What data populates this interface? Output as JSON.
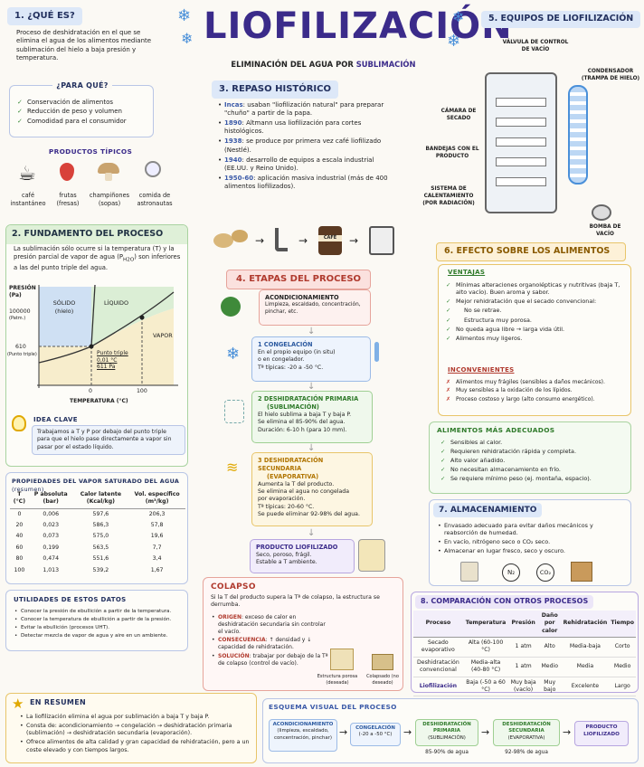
{
  "title": "LIOFILIZACIÓN",
  "subtitle_prefix": "ELIMINACIÓN DEL AGUA POR ",
  "subtitle_em": "SUBLIMACIÓN",
  "s1": {
    "title": "1. ¿QUÉ ES?",
    "text": "Proceso de deshidratación en el que se elimina el agua de los alimentos mediante sublimación del hielo a baja presión y temperatura.",
    "para_title": "¿PARA QUÉ?",
    "para": [
      "Conservación de alimentos",
      "Reducción de peso y volumen",
      "Comodidad para el consumidor"
    ],
    "prod_title": "PRODUCTOS TÍPICOS",
    "prods": [
      "café instantáneo",
      "frutas (fresas)",
      "champiñones (sopas)",
      "comida de astronautas"
    ]
  },
  "s2": {
    "title": "2. FUNDAMENTO DEL PROCESO",
    "text": "La sublimación sólo ocurre si la temperatura (T) y la presión parcial de vapor de agua (P",
    "text_sub": "H2O",
    "text_end": ") son inferiores a las del punto triple del agua.",
    "ylabel": "PRESIÓN (Pa)",
    "y1": "100000",
    "y1b": "(Patm.)",
    "y2": "610",
    "y2b": "(Punto triple)",
    "solid": "SÓLIDO (hielo)",
    "liquid": "LÍQUIDO",
    "vapor": "VAPOR",
    "triple": "Punto triple",
    "triple_t": "0,01 °C",
    "triple_p": "611 Pa",
    "x0": "0",
    "x100": "100",
    "xlabel": "TEMPERATURA (°C)",
    "idea_title": "IDEA CLAVE",
    "idea": "Trabajamos a T y P por debajo del punto triple para que el hielo pase directamente a vapor sin pasar por el estado líquido."
  },
  "table": {
    "title": "PROPIEDADES DEL VAPOR SATURADO DEL AGUA",
    "title_note": "(resumen)",
    "headers": [
      "T (°C)",
      "P absoluta (bar)",
      "Calor latente (Kcal/kg)",
      "Vol. específico (m³/kg)"
    ],
    "rows": [
      [
        "0",
        "0,006",
        "597,6",
        "206,3"
      ],
      [
        "20",
        "0,023",
        "586,3",
        "57,8"
      ],
      [
        "40",
        "0,073",
        "575,0",
        "19,6"
      ],
      [
        "60",
        "0,199",
        "563,5",
        "7,7"
      ],
      [
        "80",
        "0,474",
        "551,6",
        "3,4"
      ],
      [
        "100",
        "1,013",
        "539,2",
        "1,67"
      ]
    ]
  },
  "util": {
    "title": "UTILIDADES DE ESTOS DATOS",
    "items": [
      "Conocer la presión de ebullición a partir de la temperatura.",
      "Conocer la temperatura de ebullición a partir de la presión.",
      "Evitar la ebullición (procesos UHT).",
      "Detectar mezcla de vapor de agua y aire en un ambiente."
    ]
  },
  "s3": {
    "title": "3. REPASO HISTÓRICO",
    "items": [
      {
        "k": "Incas",
        "v": ": usaban \"liofilización natural\" para preparar \"chuño\" a partir de la papa."
      },
      {
        "k": "1890",
        "v": ": Altmann usa liofilización para cortes histológicos."
      },
      {
        "k": "1938",
        "v": ": se produce por primera vez café liofilizado (Nestlé)."
      },
      {
        "k": "1940",
        "v": ": desarrollo de equipos a escala industrial (EE.UU. y Reino Unido)."
      },
      {
        "k": "1950-60",
        "v": ": aplicación masiva industrial (más de 400 alimentos liofilizados)."
      }
    ],
    "cafe": "CAFÉ"
  },
  "s4": {
    "title": "4. ETAPAS DEL PROCESO",
    "acond_t": "ACONDICIONAMIENTO",
    "acond": "Limpieza, escaldado, concentración, pinchar, etc.",
    "cong_t": "1  CONGELACIÓN",
    "cong": [
      "En el propio equipo (in situ)",
      "o en congelador.",
      "Tª típicas: -20 a -50 °C."
    ],
    "prim_t": "2  DESHIDRATACIÓN PRIMARIA",
    "prim_t2": "(SUBLIMACIÓN)",
    "prim": [
      "El hielo sublima a baja T y baja P.",
      "Se elimina el 85-90% del agua.",
      "Duración: 6-10 h (para 10 mm)."
    ],
    "sec_t": "3  DESHIDRATACIÓN SECUNDARIA",
    "sec_t2": "(EVAPORATIVA)",
    "sec": [
      "Aumenta la T del producto.",
      "Se elimina el agua no congelada",
      "por evaporación.",
      "Tª típicas: 20-60 °C.",
      "Se puede eliminar 92-98% del agua."
    ],
    "prod_t": "PRODUCTO LIOFILIZADO",
    "prod": [
      "Seco, poroso, frágil.",
      "Estable a T ambiente."
    ]
  },
  "colapso": {
    "title": "COLAPSO",
    "text": "Si la T del producto supera la Tª de colapso, la estructura se derrumba.",
    "items": [
      {
        "k": "ORIGEN",
        "v": ": exceso de calor en deshidratación secundaria sin controlar el vacío."
      },
      {
        "k": "CONSECUENCIA",
        "v": ": ↑ densidad y ↓ capacidad de rehidratación."
      },
      {
        "k": "SOLUCIÓN",
        "v": ": trabajar por debajo de la Tª de colapso (control de vacío)."
      }
    ],
    "c1": "Estructura porosa (deseada)",
    "c2": "Colapsado (no deseado)"
  },
  "s5": {
    "title": "5. EQUIPOS DE LIOFILIZACIÓN",
    "valv": "VÁLVULA DE CONTROL DE VACÍO",
    "cond": "CONDENSADOR (TRAMPA DE HIELO)",
    "cam": "CÁMARA DE SECADO",
    "band": "BANDEJAS CON EL PRODUCTO",
    "sist": "SISTEMA DE CALENTAMIENTO (POR RADIACIÓN)",
    "bomba": "BOMBA DE VACÍO"
  },
  "s6": {
    "title": "6. EFECTO SOBRE LOS ALIMENTOS",
    "v_title": "VENTAJAS",
    "ventajas": [
      "Mínimas alteraciones organolépticas y nutritivas (baja T, alto vacío). Buen aroma y sabor.",
      "Mejor rehidratación que el secado convencional:",
      "No queda agua libre → larga vida útil.",
      "Alimentos muy ligeros."
    ],
    "sub": [
      "No se retrae.",
      "Estructura muy porosa."
    ],
    "i_title": "INCONVENIENTES",
    "incon": [
      "Alimentos muy frágiles (sensibles a daños mecánicos).",
      "Muy sensibles a la oxidación de los lípidos.",
      "Proceso costoso y largo (alto consumo energético)."
    ]
  },
  "adec": {
    "title": "ALIMENTOS MÁS ADECUADOS",
    "items": [
      "Sensibles al calor.",
      "Requieren rehidratación rápida y completa.",
      "Alto valor añadido.",
      "No necesitan almacenamiento en frío.",
      "Se requiere mínimo peso (ej. montaña, espacio)."
    ]
  },
  "s7": {
    "title": "7. ALMACENAMIENTO",
    "items": [
      "Envasado adecuado para evitar daños mecánicos y reabsorción de humedad.",
      "En vacío, nitrógeno seco o CO₂ seco.",
      "Almacenar en lugar fresco, seco y oscuro."
    ],
    "n2": "N₂",
    "co2": "CO₂"
  },
  "s8": {
    "title": "8. COMPARACIÓN CON OTROS PROCESOS",
    "headers": [
      "Proceso",
      "Temperatura",
      "Presión",
      "Daño por calor",
      "Rehidratación",
      "Tiempo"
    ],
    "rows": [
      [
        "Secado evaporativo",
        "Alta (60-100 °C)",
        "1 atm",
        "Alto",
        "Media-baja",
        "Corto"
      ],
      [
        "Deshidratación convencional",
        "Media-alta (40-80 °C)",
        "1 atm",
        "Medio",
        "Media",
        "Medio"
      ],
      [
        "Liofilización",
        "Baja (-50 a 60 °C)",
        "Muy baja (vacío)",
        "Muy bajo",
        "Excelente",
        "Largo"
      ]
    ]
  },
  "resumen": {
    "title": "EN RESUMEN",
    "items": [
      "La liofilización elimina el agua por sublimación a baja T y baja P.",
      "Consta de: acondicionamiento → congelación → deshidratación primaria (sublimación) → deshidratación secundaria (evaporación).",
      "Ofrece alimentos de alta calidad y gran capacidad de rehidratación, pero a un coste elevado y con tiempos largos."
    ]
  },
  "esquema": {
    "title": "ESQUEMA VISUAL DEL PROCESO",
    "steps": [
      {
        "t": "ACONDICIONAMIENTO",
        "s": "(limpieza, escaldado, concentración, pinchar)"
      },
      {
        "t": "CONGELACIÓN",
        "s": "(-20 a -50 °C)"
      },
      {
        "t": "DESHIDRATACIÓN PRIMARIA",
        "s": "(SUBLIMACIÓN)",
        "n": "85-90% de agua"
      },
      {
        "t": "DESHIDRATACIÓN SECUNDARIA",
        "s": "(EVAPORATIVA)",
        "n": "92-98% de agua"
      },
      {
        "t": "PRODUCTO LIOFILIZADO",
        "s": ""
      }
    ]
  }
}
